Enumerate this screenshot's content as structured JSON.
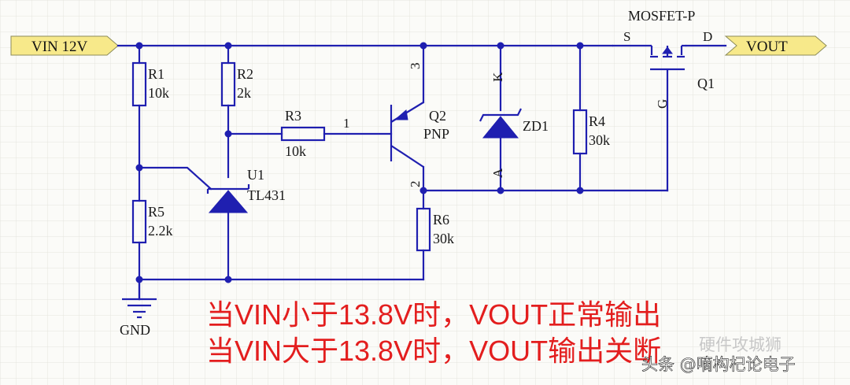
{
  "ports": {
    "vin": "VIN 12V",
    "vout": "VOUT"
  },
  "components": {
    "r1": {
      "ref": "R1",
      "value": "10k"
    },
    "r2": {
      "ref": "R2",
      "value": "2k"
    },
    "r3": {
      "ref": "R3",
      "value": "10k"
    },
    "r4": {
      "ref": "R4",
      "value": "30k"
    },
    "r5": {
      "ref": "R5",
      "value": "2.2k"
    },
    "r6": {
      "ref": "R6",
      "value": "30k"
    },
    "u1": {
      "ref": "U1",
      "value": "TL431"
    },
    "q2": {
      "ref": "Q2",
      "value": "PNP"
    },
    "zd1": {
      "ref": "ZD1"
    },
    "q1": {
      "ref": "Q1",
      "type": "MOSFET-P"
    }
  },
  "pins": {
    "q2_base": "1",
    "q2_collector": "2",
    "q2_emitter": "3",
    "zd_k": "K",
    "zd_a": "A",
    "q1_s": "S",
    "q1_d": "D",
    "q1_g": "G"
  },
  "ground_label": "GND",
  "notes": [
    "当VIN小于13.8V时，VOUT正常输出",
    "当VIN大于13.8V时，VOUT输出关断"
  ],
  "watermarks": {
    "top": "硬件攻城狮",
    "bottom": "头条 @嘀构杞论电子"
  },
  "colors": {
    "wire": "#1f1fb0",
    "note": "#e31e1e",
    "port_fill": "#f7e98a"
  }
}
